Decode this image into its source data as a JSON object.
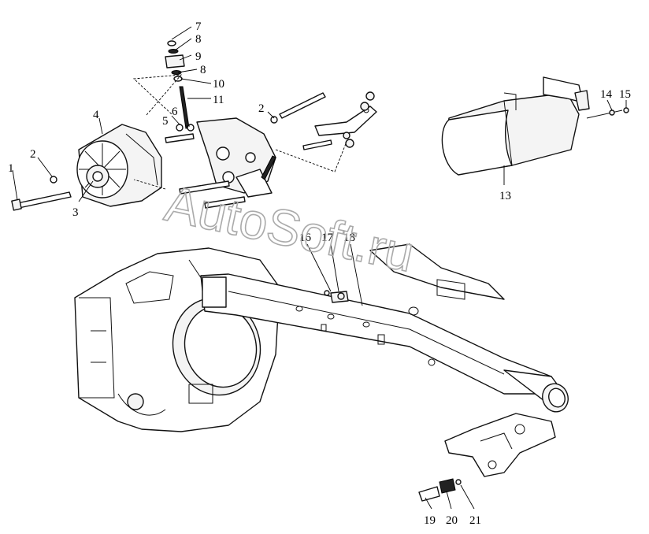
{
  "watermark": "AutoSoft.ru",
  "callouts": [
    "1",
    "2",
    "3",
    "4",
    "5",
    "6",
    "7",
    "8",
    "9",
    "8",
    "10",
    "11",
    "2",
    "13",
    "14",
    "15",
    "16",
    "17",
    "18",
    "19",
    "20",
    "21"
  ]
}
